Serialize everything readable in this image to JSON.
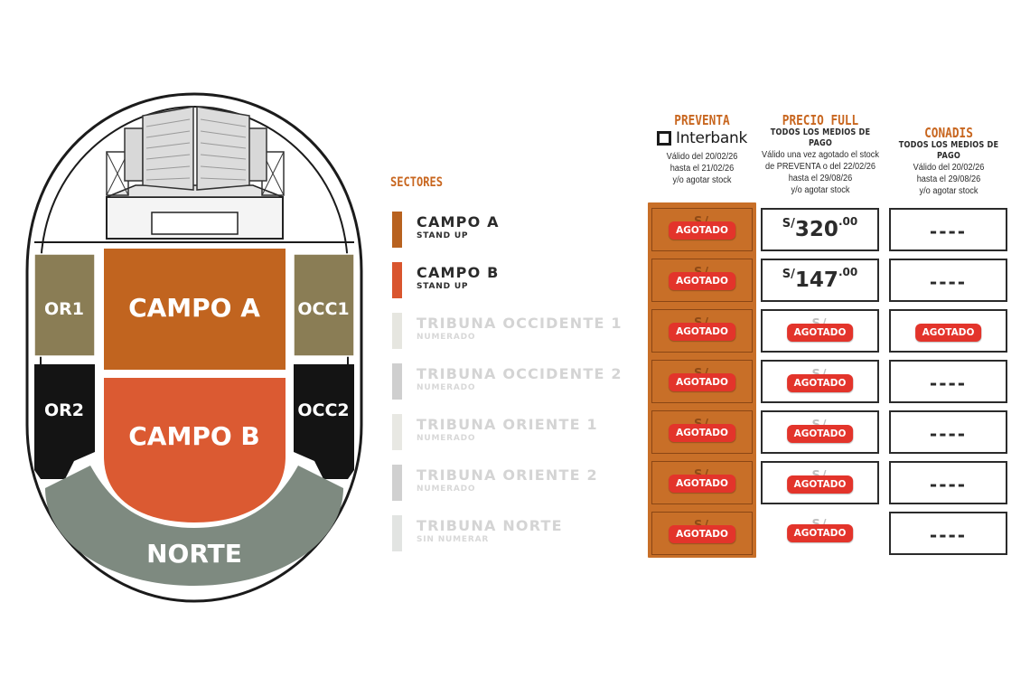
{
  "colors": {
    "campo_a": "#c1641f",
    "campo_b": "#db5a32",
    "norte": "#7e8a80",
    "or_occ": "#8a7d55",
    "dark": "#141414",
    "accent": "#c8661f",
    "badge": "#e3342b"
  },
  "map": {
    "or1": "OR1",
    "occ1": "OCC1",
    "or2": "OR2",
    "occ2": "OCC2",
    "campo_a": "CAMPO A",
    "campo_b": "CAMPO B",
    "norte": "NORTE"
  },
  "legend": {
    "title": "SECTORES",
    "items": [
      {
        "name": "CAMPO A",
        "sub": "STAND UP",
        "color": "#b8621f"
      },
      {
        "name": "CAMPO B",
        "sub": "STAND UP",
        "color": "#d9552e"
      },
      {
        "name": "TRIBUNA OCCIDENTE 1",
        "sub": "NUMERADO",
        "color": "#e6e6e0"
      },
      {
        "name": "TRIBUNA OCCIDENTE 2",
        "sub": "NUMERADO",
        "color": "#cfcfcf"
      },
      {
        "name": "TRIBUNA ORIENTE 1",
        "sub": "NUMERADO",
        "color": "#e8e8e3"
      },
      {
        "name": "TRIBUNA ORIENTE 2",
        "sub": "NUMERADO",
        "color": "#d0d0d0"
      },
      {
        "name": "TRIBUNA NORTE",
        "sub": "SIN NUMERAR",
        "color": "#e2e4e2"
      }
    ]
  },
  "columns": {
    "preventa": {
      "title": "PREVENTA",
      "brand": "Interbank",
      "line1": "Válido del 20/02/26",
      "line2": "hasta el 21/02/26",
      "line3": "y/o agotar stock"
    },
    "full": {
      "title": "PRECIO FULL",
      "sub": "TODOS LOS MEDIOS DE PAGO",
      "line1": "Válido una vez agotado el stock",
      "line2": "de PREVENTA o del 22/02/26",
      "line3": "hasta el 29/08/26",
      "line4": "y/o agotar stock"
    },
    "conadis": {
      "title": "CONADIS",
      "sub": "TODOS LOS MEDIOS DE PAGO",
      "line1": "Válido del 20/02/26",
      "line2": "hasta el 29/08/26",
      "line3": "y/o agotar stock"
    }
  },
  "table": {
    "agotado": "AGOTADO",
    "dashes": "----",
    "ghost": "S/",
    "currency": "S/",
    "rows": [
      {
        "full_price": "320",
        "full_cents": ".00"
      },
      {
        "full_price": "147",
        "full_cents": ".00"
      }
    ]
  }
}
